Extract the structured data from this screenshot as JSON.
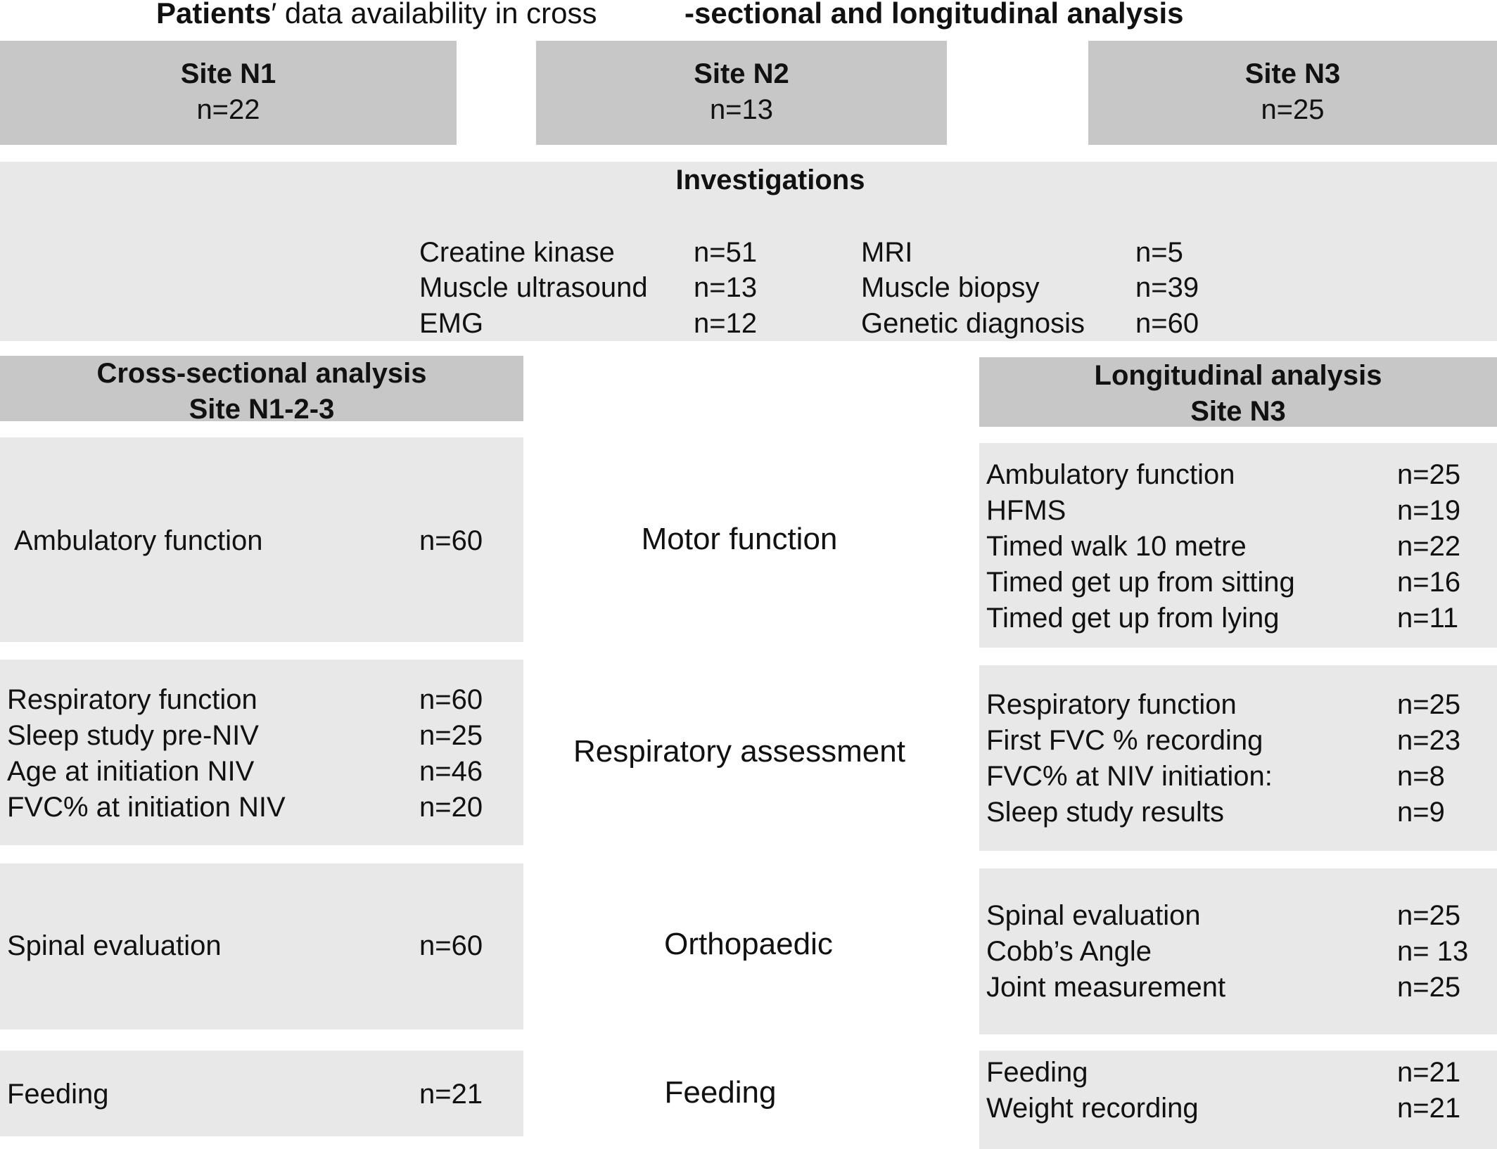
{
  "title": {
    "part1_bold": "Patients",
    "part1_rest": "′ data availability in cross",
    "part2": "-sectional and longitudinal analysis"
  },
  "sites": [
    {
      "name": "Site N1",
      "n": "n=22"
    },
    {
      "name": "Site N2",
      "n": "n=13"
    },
    {
      "name": "Site N3",
      "n": "n=25"
    }
  ],
  "investigations": {
    "heading": "Investigations",
    "items": [
      {
        "label": "Creatine kinase",
        "n": "n=51"
      },
      {
        "label": "Muscle ultrasound",
        "n": "n=13"
      },
      {
        "label": "EMG",
        "n": "n=12"
      },
      {
        "label": "MRI",
        "n": "n=5"
      },
      {
        "label": "Muscle biopsy",
        "n": "n=39"
      },
      {
        "label": "Genetic diagnosis",
        "n": "n=60"
      }
    ]
  },
  "cross_sectional": {
    "title": "Cross-sectional analysis",
    "subtitle": "Site N1-2-3",
    "groups": [
      {
        "items": [
          {
            "label": "Ambulatory function",
            "n": "n=60"
          }
        ]
      },
      {
        "items": [
          {
            "label": "Respiratory function",
            "n": "n=60"
          },
          {
            "label": "Sleep study pre-NIV",
            "n": "n=25"
          },
          {
            "label": "Age at initiation NIV",
            "n": "n=46"
          },
          {
            "label": "FVC% at initiation NIV",
            "n": "n=20"
          }
        ]
      },
      {
        "items": [
          {
            "label": "Spinal evaluation",
            "n": "n=60"
          }
        ]
      },
      {
        "items": [
          {
            "label": "Feeding",
            "n": "n=21"
          }
        ]
      }
    ]
  },
  "categories": [
    "Motor function",
    "Respiratory assessment",
    "Orthopaedic",
    "Feeding"
  ],
  "longitudinal": {
    "title": "Longitudinal analysis",
    "subtitle": "Site N3",
    "groups": [
      {
        "items": [
          {
            "label": "Ambulatory function",
            "n": "n=25"
          },
          {
            "label": "HFMS",
            "n": "n=19"
          },
          {
            "label": "Timed walk 10 metre",
            "n": "n=22"
          },
          {
            "label": "Timed get up from sitting",
            "n": "n=16"
          },
          {
            "label": "Timed get up from lying",
            "n": "n=11"
          }
        ]
      },
      {
        "items": [
          {
            "label": "Respiratory function",
            "n": "n=25"
          },
          {
            "label": "First FVC % recording",
            "n": "n=23"
          },
          {
            "label": "FVC% at NIV initiation:",
            "n": "n=8"
          },
          {
            "label": "Sleep study results",
            "n": "n=9"
          }
        ]
      },
      {
        "items": [
          {
            "label": "Spinal evaluation",
            "n": "n=25"
          },
          {
            "label": "Cobb’s Angle",
            "n": "n= 13"
          },
          {
            "label": "Joint measurement",
            "n": "n=25"
          }
        ]
      },
      {
        "items": [
          {
            "label": "Feeding",
            "n": "n=21"
          },
          {
            "label": "Weight recording",
            "n": "n=21"
          }
        ]
      }
    ]
  },
  "colors": {
    "header_fill": "#c7c7c7",
    "panel_fill": "#e8e8e8",
    "text": "#111111"
  }
}
